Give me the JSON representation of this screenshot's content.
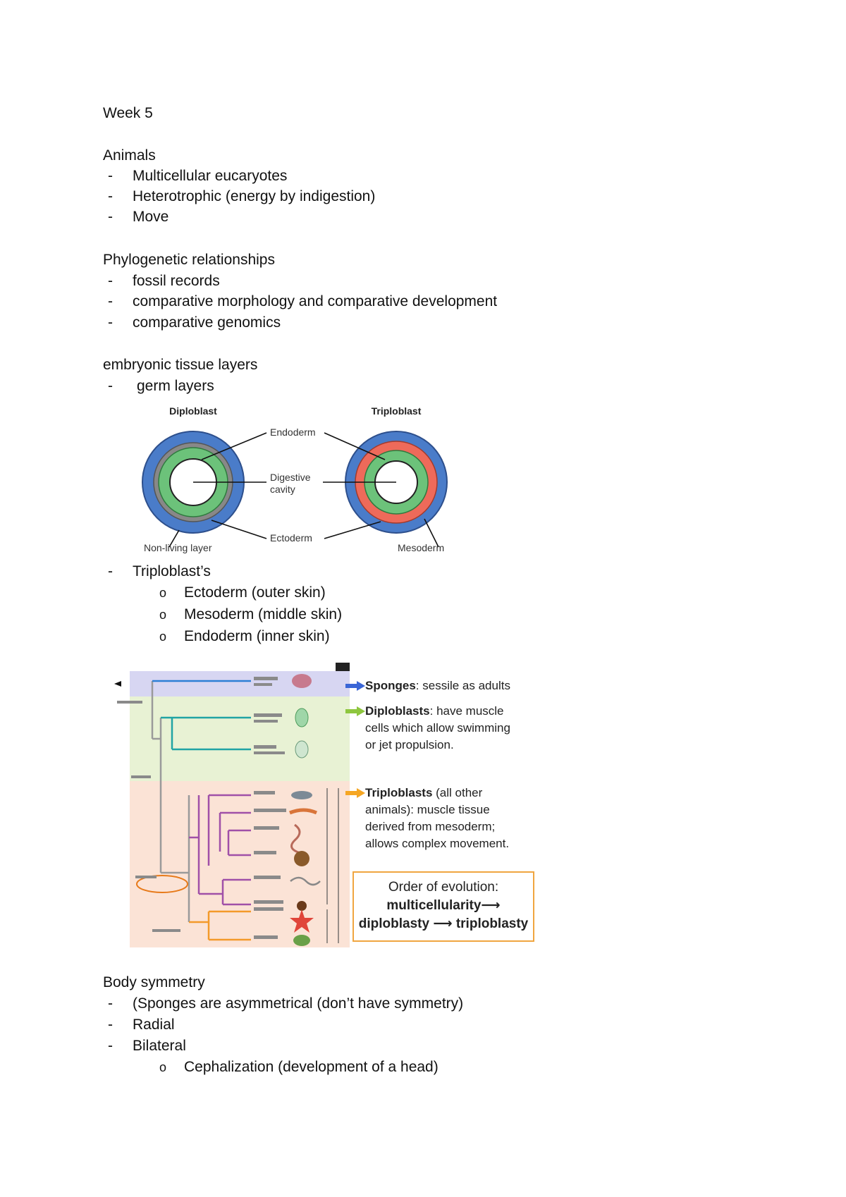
{
  "doc": {
    "week_title": "Week 5",
    "animals": {
      "heading": "Animals",
      "items": [
        "Multicellular eucaryotes",
        "Heterotrophic (energy by indigestion)",
        "Move"
      ]
    },
    "phylo": {
      "heading": "Phylogenetic relationships",
      "items": [
        "fossil records",
        "comparative morphology and comparative development",
        "comparative genomics"
      ]
    },
    "embryonic": {
      "heading": "embryonic tissue layers",
      "items": [
        "germ layers"
      ]
    },
    "germ_diagram": {
      "diploblast_title": "Diploblast",
      "triploblast_title": "Triploblast",
      "endoderm_label": "Endoderm",
      "digestive_label_line1": "Digestive",
      "digestive_label_line2": "cavity",
      "ectoderm_label": "Ectoderm",
      "nonliving_label": "Non-living layer",
      "mesoderm_label": "Mesoderm",
      "colors": {
        "ectoderm": "#4a7cc9",
        "nonliving": "#888888",
        "endoderm": "#6cc27a",
        "mesoderm": "#ee6a5a"
      }
    },
    "triploblast": {
      "heading": "Triploblast’s",
      "sub_items": [
        "Ectoderm (outer skin)",
        "Mesoderm (middle skin)",
        "Endoderm (inner skin)"
      ],
      "bullet": "o"
    },
    "phylo_figure": {
      "sponges_bold": "Sponges",
      "sponges_rest": ": sessile as adults",
      "diplo_bold": "Diploblasts",
      "diplo_rest_1": ": have muscle",
      "diplo_rest_2": "cells which allow swimming",
      "diplo_rest_3": "or jet propulsion.",
      "triplo_bold": "Triploblasts",
      "triplo_rest_1": " (all other",
      "triplo_rest_2": "animals): muscle tissue",
      "triplo_rest_3": "derived from mesoderm;",
      "triplo_rest_4": "allows complex movement.",
      "order_line1": "Order of evolution:",
      "order_line2": "multicellularity⟶",
      "order_line3": "diploblasty ⟶    triploblasty",
      "colors": {
        "sponges_arrow": "#3a66d6",
        "diplo_arrow": "#8ec63f",
        "triplo_arrow": "#f5a623",
        "box_border": "#f0a640"
      }
    },
    "symmetry": {
      "heading": "Body symmetry",
      "items": [
        "(Sponges are asymmetrical (don’t have symmetry)",
        "Radial",
        "Bilateral"
      ],
      "sub_items": [
        "Cephalization (development of a head)"
      ],
      "bullet": "o"
    },
    "dash": "-"
  }
}
